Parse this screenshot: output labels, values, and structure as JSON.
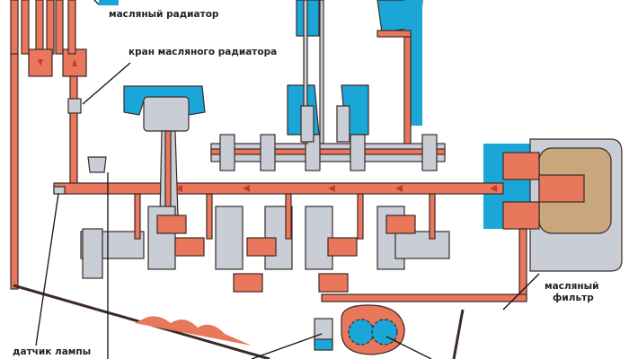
{
  "labels": {
    "oil_radiator": "масляный радиатор",
    "oil_radiator_valve": "кран масляного радиатора",
    "oil_filter_line1": "масляный",
    "oil_filter_line2": "фильтр",
    "lamp_sensor": "датчик лампы"
  },
  "colors": {
    "oil": "#e9775c",
    "outline": "#3a2a28",
    "coolant": "#1ba6d8",
    "metal": "#c9cdd6",
    "filter_element": "#c9a77d"
  }
}
